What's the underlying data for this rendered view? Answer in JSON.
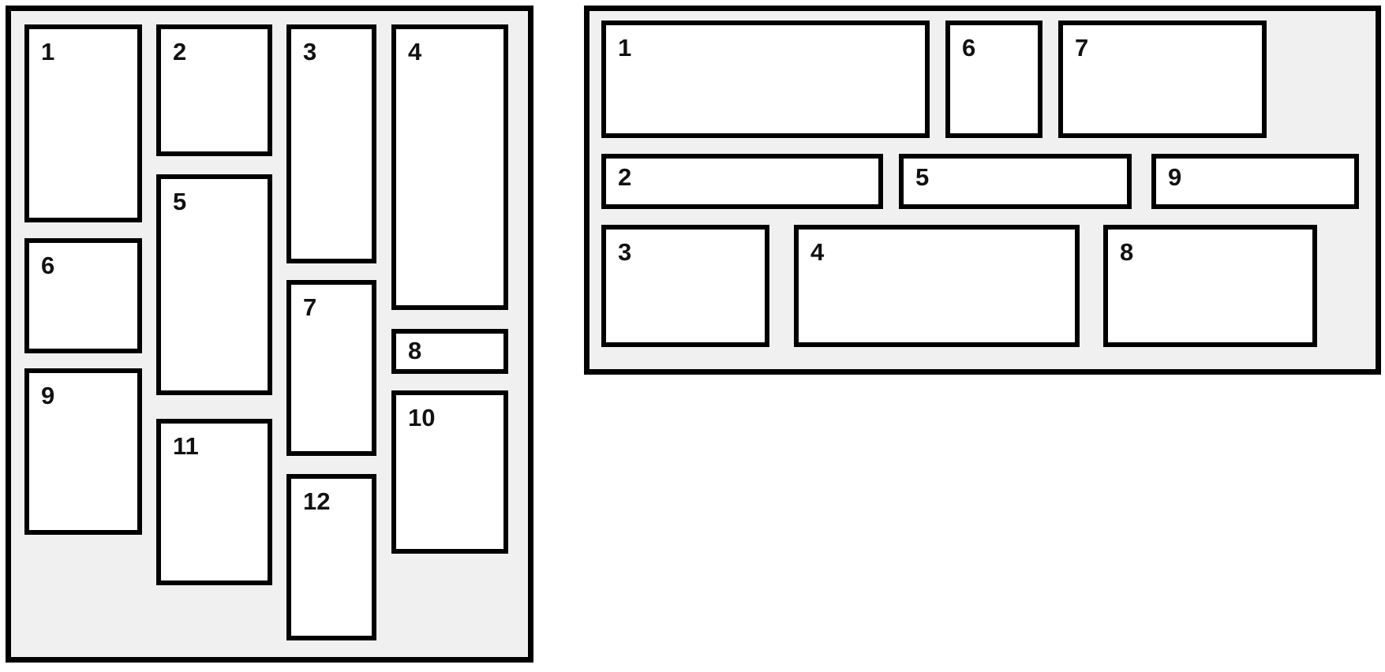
{
  "colors": {
    "page_background": "#ffffff",
    "panel_background": "#f0f0f0",
    "panel_border": "#000000",
    "item_background": "#ffffff",
    "item_border": "#000000",
    "item_number": "#111111"
  },
  "left_panel": {
    "name": "vertical-masonry-container",
    "items": [
      "1",
      "2",
      "3",
      "4",
      "5",
      "6",
      "7",
      "8",
      "9",
      "10",
      "11",
      "12"
    ]
  },
  "right_panel": {
    "name": "horizontal-masonry-container",
    "items": [
      "1",
      "2",
      "3",
      "4",
      "5",
      "6",
      "7",
      "8",
      "9"
    ]
  }
}
